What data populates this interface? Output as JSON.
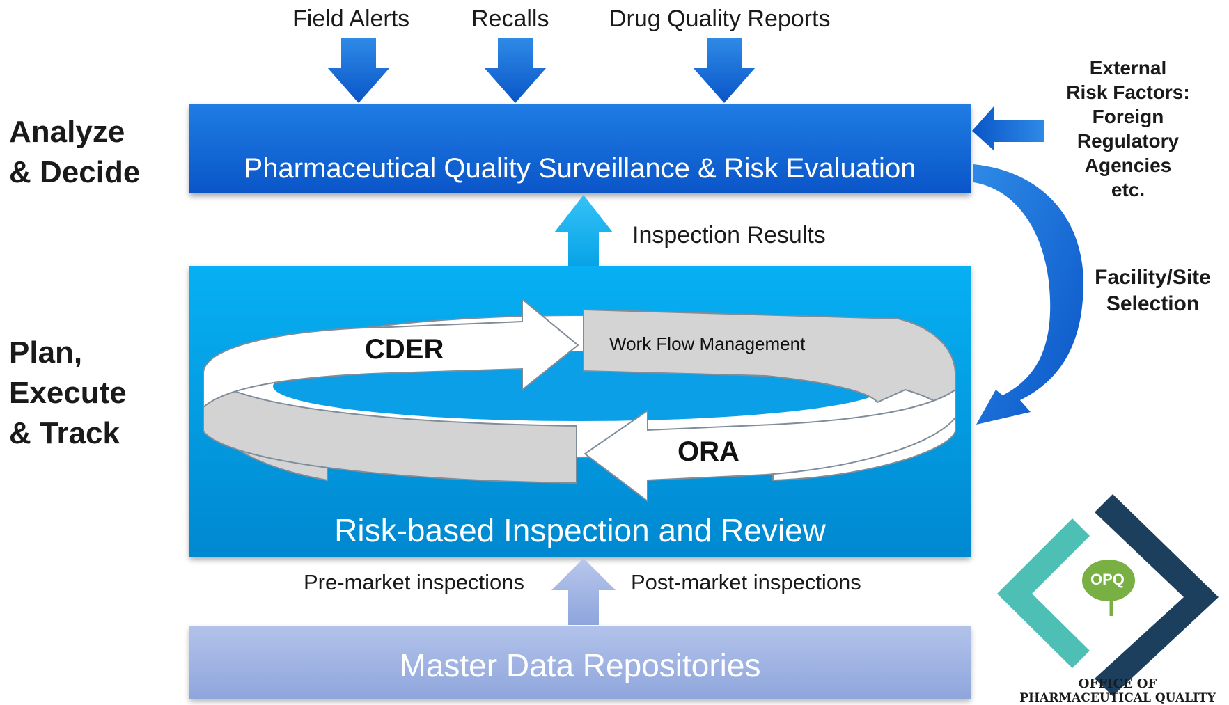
{
  "inputs": {
    "field_alerts": "Field Alerts",
    "recalls": "Recalls",
    "drug_quality_reports": "Drug Quality Reports"
  },
  "side_labels": {
    "analyze": "Analyze\n& Decide",
    "plan": "Plan,\nExecute\n& Track"
  },
  "boxes": {
    "surveillance": "Pharmaceutical Quality Surveillance & Risk Evaluation",
    "inspection": "Risk-based Inspection and Review",
    "repositories": "Master Data Repositories"
  },
  "cycle": {
    "cder": "CDER",
    "workflow": "Work Flow Management",
    "ora": "ORA"
  },
  "connectors": {
    "inspection_results": "Inspection Results",
    "pre_market": "Pre-market inspections",
    "post_market": "Post-market inspections"
  },
  "right_labels": {
    "external": "External\nRisk Factors:\nForeign\nRegulatory\nAgencies\netc.",
    "facility": "Facility/Site\nSelection"
  },
  "logo": {
    "initials": "OPQ",
    "caption_line1": "OFFICE OF",
    "caption_line2": "PHARMACEUTICAL QUALITY"
  },
  "colors": {
    "dark_blue": "#0a55c8",
    "light_blue": "#07b0f3",
    "lavender": "#9fb3e3",
    "teal": "#4dbfb4",
    "navy": "#1d3f5e",
    "logo_green": "#78b043"
  }
}
